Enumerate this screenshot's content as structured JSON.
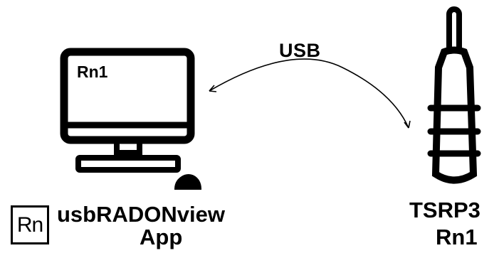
{
  "computer": {
    "screen_text": "Rn1"
  },
  "connection": {
    "label": "USB"
  },
  "app": {
    "logo_text": "Rn",
    "name_line1": "usbRADONview",
    "name_line2": "App"
  },
  "device": {
    "name_line1": "TSRP3",
    "name_line2": "Rn1"
  },
  "colors": {
    "stroke": "#000000",
    "background": "#ffffff"
  },
  "icons": [
    "monitor-icon",
    "mouse-icon",
    "radon-sensor-icon",
    "bidirectional-arrow-icon"
  ]
}
